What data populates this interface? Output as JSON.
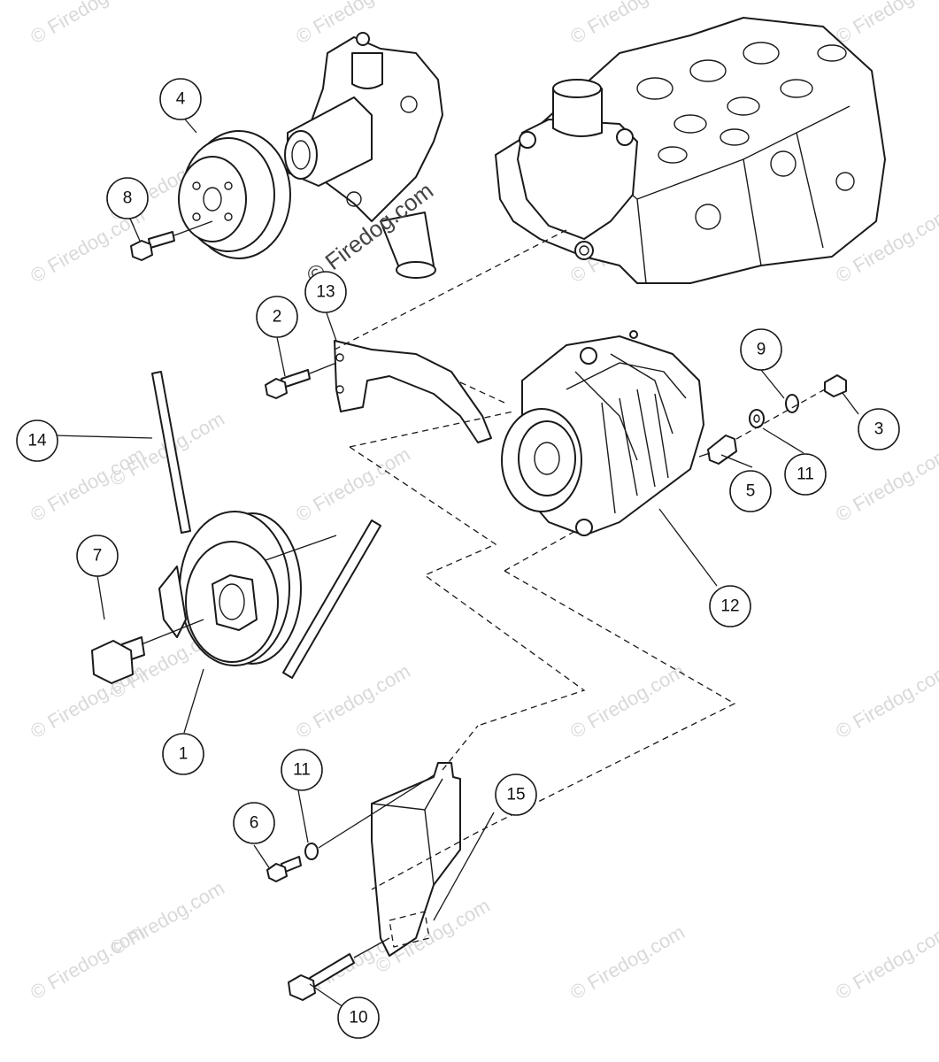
{
  "watermark": {
    "text": "© Firedog.com",
    "main_text": "© Firedog.com"
  },
  "callouts": [
    {
      "id": "1",
      "label": "1"
    },
    {
      "id": "2",
      "label": "2"
    },
    {
      "id": "3",
      "label": "3"
    },
    {
      "id": "4",
      "label": "4"
    },
    {
      "id": "5",
      "label": "5"
    },
    {
      "id": "6",
      "label": "6"
    },
    {
      "id": "7",
      "label": "7"
    },
    {
      "id": "8",
      "label": "8"
    },
    {
      "id": "9",
      "label": "9"
    },
    {
      "id": "10",
      "label": "10"
    },
    {
      "id": "11a",
      "label": "11"
    },
    {
      "id": "11b",
      "label": "11"
    },
    {
      "id": "12",
      "label": "12"
    },
    {
      "id": "13",
      "label": "13"
    },
    {
      "id": "14",
      "label": "14"
    },
    {
      "id": "15",
      "label": "15"
    }
  ],
  "parts": {
    "crank_pulley": "1",
    "bolt_bracket": "2",
    "nut": "3",
    "fan_pulley": "4",
    "alternator_bolt": "5",
    "cover_bolt": "6",
    "pulley_bolt": "7",
    "fan_bolt": "8",
    "lock_washer": "9",
    "long_bolt": "10",
    "washer": "11",
    "alternator": "12",
    "adjust_bracket": "13",
    "v_belt": "14",
    "belt_cover": "15"
  }
}
